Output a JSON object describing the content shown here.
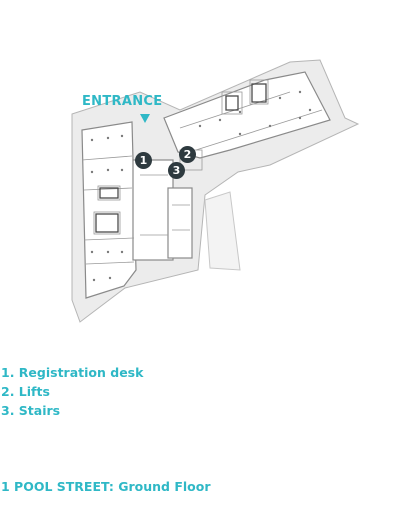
{
  "entrance_label": "ENTRANCE",
  "markers": [
    "1",
    "2",
    "3"
  ],
  "legend": [
    "1. Registration desk",
    "2. Lifts",
    "3. Stairs"
  ],
  "caption": "1 POOL STREET: Ground Floor",
  "colors": {
    "accent": "#2fb8c6",
    "marker": "#2e3a3f",
    "plan_line": "#8a8a8a"
  }
}
